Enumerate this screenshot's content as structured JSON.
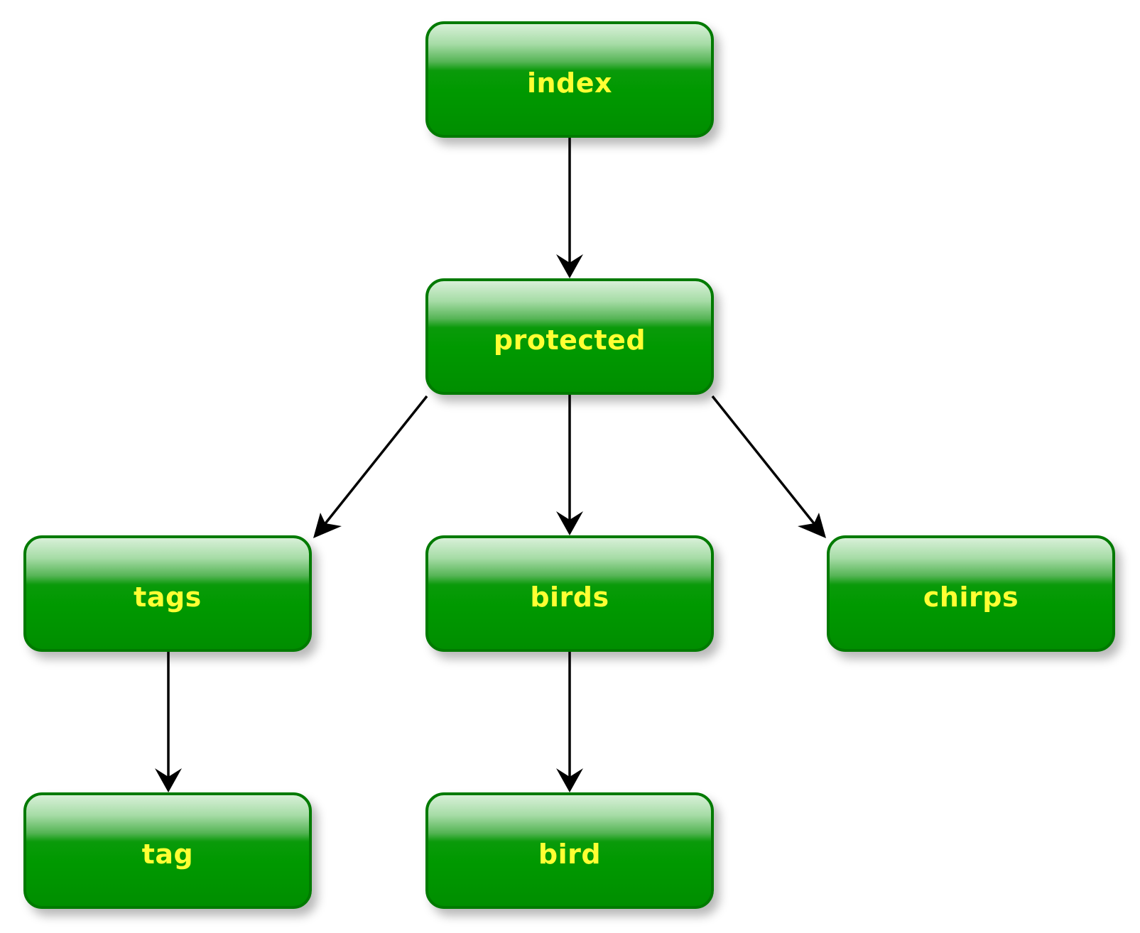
{
  "nodes": {
    "index": "index",
    "protected": "protected",
    "tags": "tags",
    "birds": "birds",
    "chirps": "chirps",
    "tag": "tag",
    "bird": "bird"
  },
  "colors": {
    "node_fill": "#009900",
    "node_label": "#ffff33",
    "edge": "#000000"
  }
}
